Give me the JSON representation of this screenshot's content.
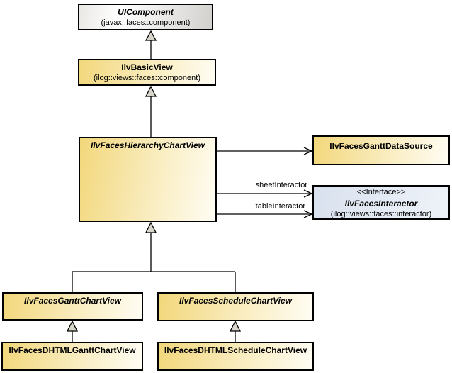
{
  "classes": [
    {
      "name": "UIComponent",
      "package": "(javax::faces::component)",
      "abstract": true
    },
    {
      "name": "IlvBasicView",
      "package": "(ilog::views::faces::component)",
      "abstract": false
    },
    {
      "name": "IlvFacesHierarchyChartView",
      "abstract": true
    },
    {
      "name": "IlvFacesGanttDataSource",
      "abstract": false
    },
    {
      "stereotype": "<<Interface>>",
      "name": "IlvFacesInteractor",
      "package": "(ilog::views::faces::interactor)",
      "abstract": true
    },
    {
      "name": "IlvFacesGanttChartView",
      "abstract": true
    },
    {
      "name": "IlvFacesScheduleChartView",
      "abstract": true
    },
    {
      "name": "IlvFacesDHTMLGanttChartView",
      "abstract": false
    },
    {
      "name": "IlvFacesDHTMLScheduleChartView",
      "abstract": false
    }
  ],
  "relations": [
    {
      "type": "generalization",
      "from": "IlvBasicView",
      "to": "UIComponent"
    },
    {
      "type": "generalization",
      "from": "IlvFacesHierarchyChartView",
      "to": "IlvBasicView"
    },
    {
      "type": "generalization",
      "from": "IlvFacesGanttChartView",
      "to": "IlvFacesHierarchyChartView"
    },
    {
      "type": "generalization",
      "from": "IlvFacesScheduleChartView",
      "to": "IlvFacesHierarchyChartView"
    },
    {
      "type": "generalization",
      "from": "IlvFacesDHTMLGanttChartView",
      "to": "IlvFacesGanttChartView"
    },
    {
      "type": "generalization",
      "from": "IlvFacesDHTMLScheduleChartView",
      "to": "IlvFacesScheduleChartView"
    },
    {
      "type": "association",
      "from": "IlvFacesHierarchyChartView",
      "to": "IlvFacesGanttDataSource"
    },
    {
      "type": "association",
      "from": "IlvFacesHierarchyChartView",
      "to": "IlvFacesInteractor",
      "label": "sheetInteractor"
    },
    {
      "type": "association",
      "from": "IlvFacesHierarchyChartView",
      "to": "IlvFacesInteractor",
      "label": "tableInteractor"
    }
  ],
  "colors": {
    "class_fill_start": "#f2d77b",
    "class_fill_end": "#fffdf4",
    "external_fill_start": "#eae8e5",
    "external_fill_end": "#d3d1ce",
    "interface_fill_start": "#d9e1ee",
    "interface_fill_end": "#eef2f8",
    "border": "#000000",
    "background": "#ffffff"
  }
}
